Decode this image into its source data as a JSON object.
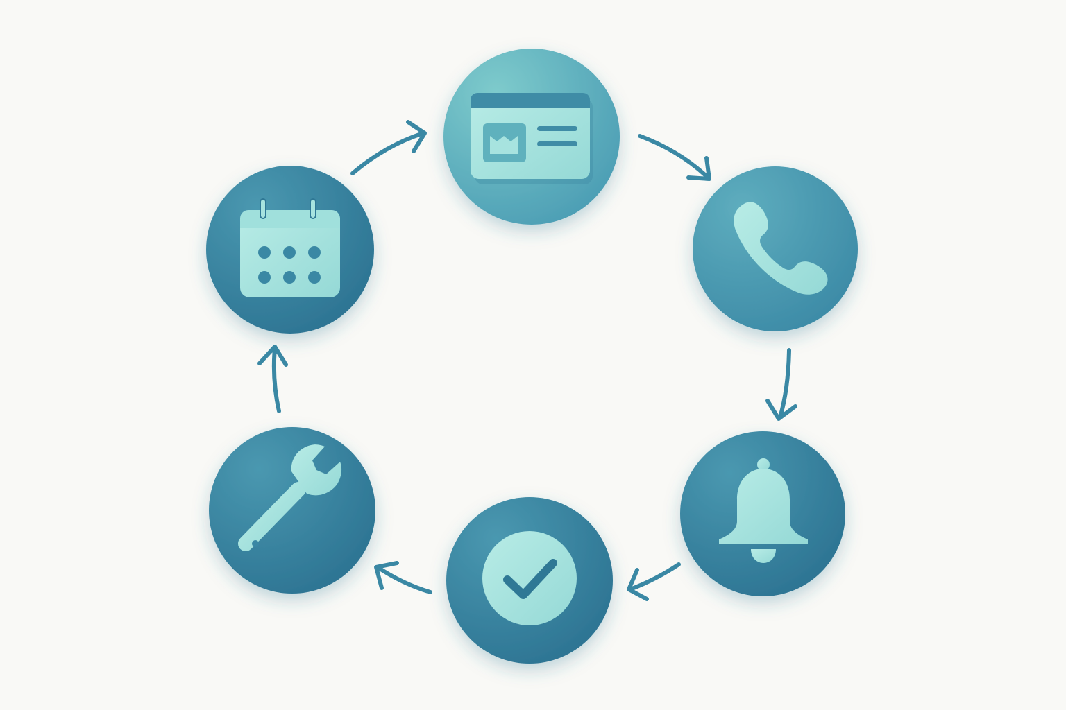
{
  "diagram": {
    "type": "cycle",
    "colors": {
      "background": "#f9f9f6",
      "circle_light": "#78c4c8",
      "circle_mid": "#4a9db3",
      "circle_dark": "#2f7895",
      "icon_fill": "#a7e3df",
      "icon_shadow": "#3b86a0",
      "arrow": "#3a88a4"
    },
    "nodes": [
      {
        "id": "id-card",
        "icon": "id-card-icon"
      },
      {
        "id": "phone",
        "icon": "phone-icon"
      },
      {
        "id": "bell",
        "icon": "bell-icon"
      },
      {
        "id": "check",
        "icon": "check-circle-icon"
      },
      {
        "id": "wrench",
        "icon": "wrench-icon"
      },
      {
        "id": "calendar",
        "icon": "calendar-icon"
      }
    ],
    "edges": [
      {
        "from": "calendar",
        "to": "id-card"
      },
      {
        "from": "id-card",
        "to": "phone"
      },
      {
        "from": "phone",
        "to": "bell"
      },
      {
        "from": "bell",
        "to": "check"
      },
      {
        "from": "check",
        "to": "wrench"
      },
      {
        "from": "wrench",
        "to": "calendar"
      }
    ]
  }
}
